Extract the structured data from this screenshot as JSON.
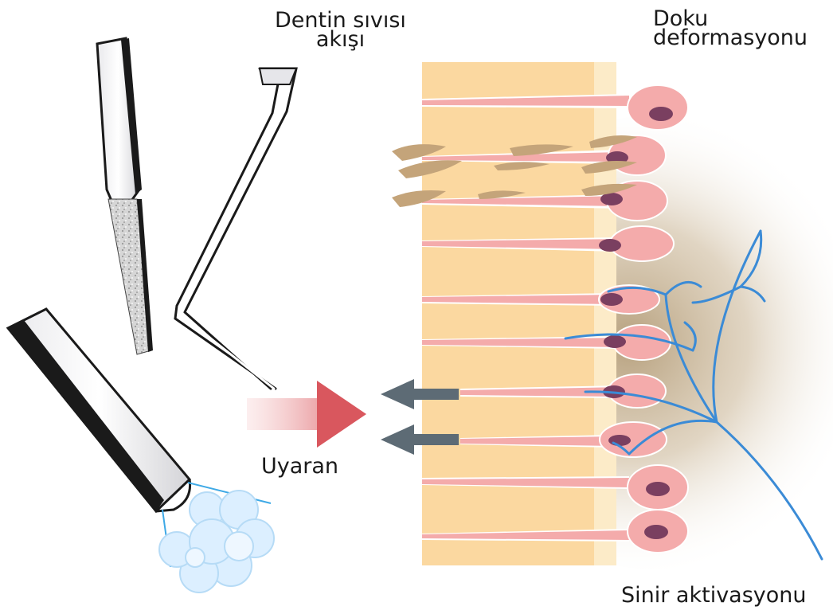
{
  "labels": {
    "dentin_line1": "Dentin sıvısı",
    "dentin_line2": "akışı",
    "doku_line1": "Doku",
    "doku_line2": "deformasyonu",
    "uyaran": "Uyaran",
    "sinir": "Sinir aktivasyonu"
  },
  "colors": {
    "dentin": "#fbd8a0",
    "predentin": "#fcebc8",
    "odontoblast": "#f4abab",
    "nucleus": "#7a3f60",
    "collagen": "#c4a47a",
    "nerve": "#3b8bd6",
    "fluid_arrow": "#5d6b75",
    "stimulus_arrow": "#d9575e",
    "deformation_shadow": "#bba683"
  },
  "icons": {
    "tool1": "sandpaper-file-icon",
    "tool2": "dental-explorer-probe-icon",
    "tool3": "air-syringe-icon"
  }
}
